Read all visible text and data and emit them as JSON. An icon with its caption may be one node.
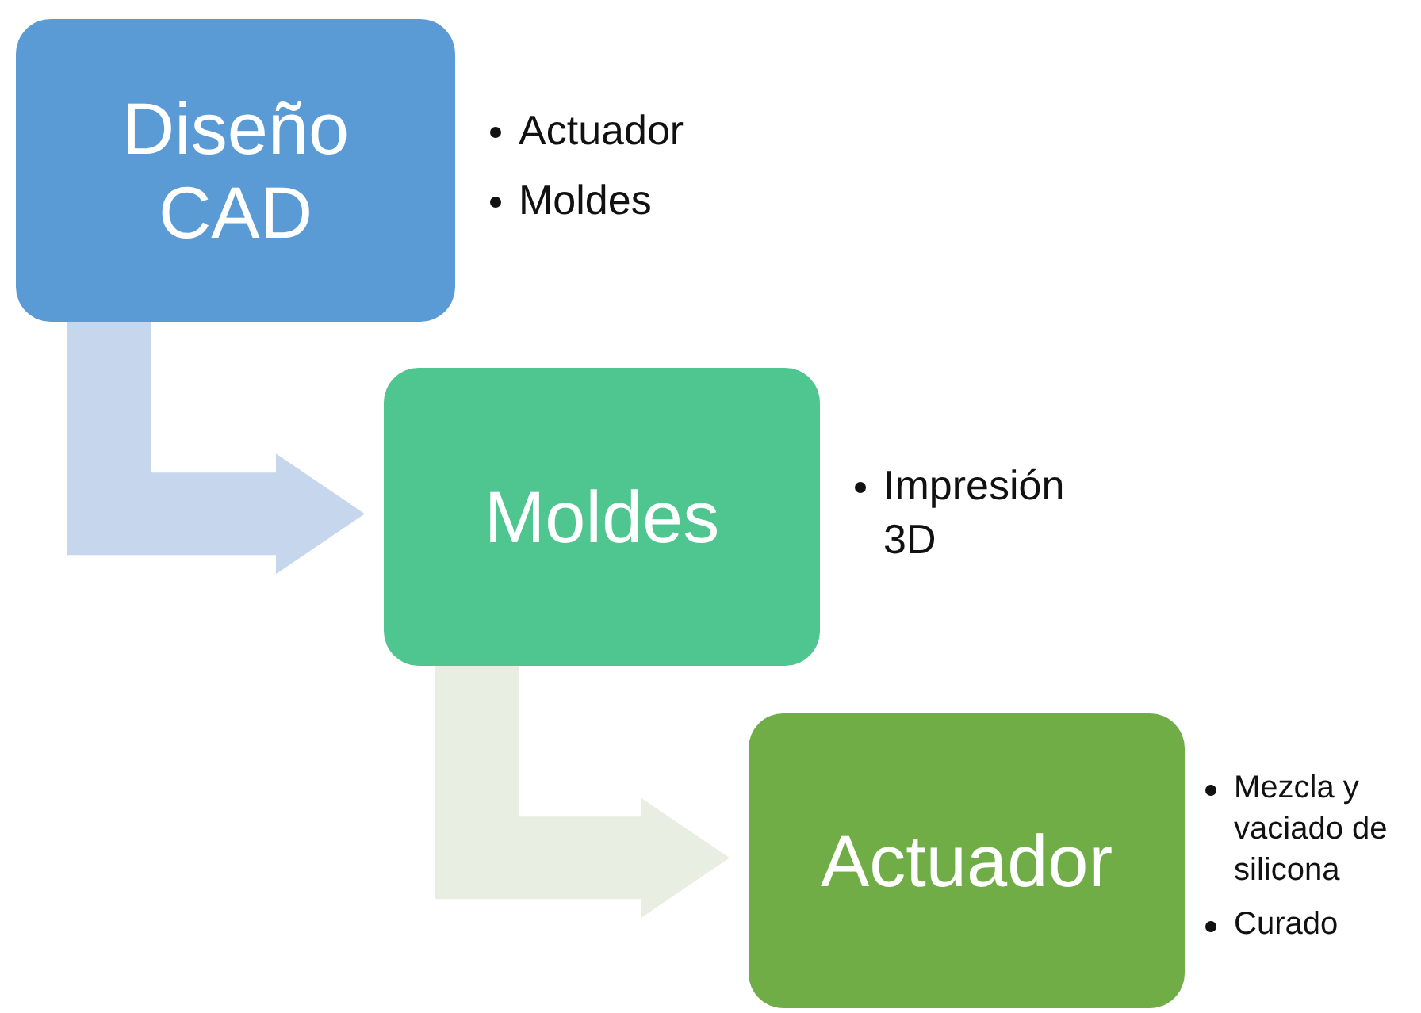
{
  "diagram": {
    "nodes": [
      {
        "text": [
          "Diseño CAD"
        ],
        "beside": [
          "Actuador",
          "Moldes"
        ]
      },
      {
        "text": [
          "Moldes"
        ],
        "beside": [
          "Impresión 3D"
        ]
      },
      {
        "text": [
          "Actuador"
        ],
        "beside": [
          "Mezcla y vaciado de silicona",
          "Curado"
        ]
      }
    ],
    "edges": [
      {
        "from": 0,
        "to": 1,
        "arrow": "to",
        "color": "#c6d6ec"
      },
      {
        "from": 1,
        "to": 2,
        "arrow": "to",
        "color": "#e8eee2"
      }
    ]
  }
}
